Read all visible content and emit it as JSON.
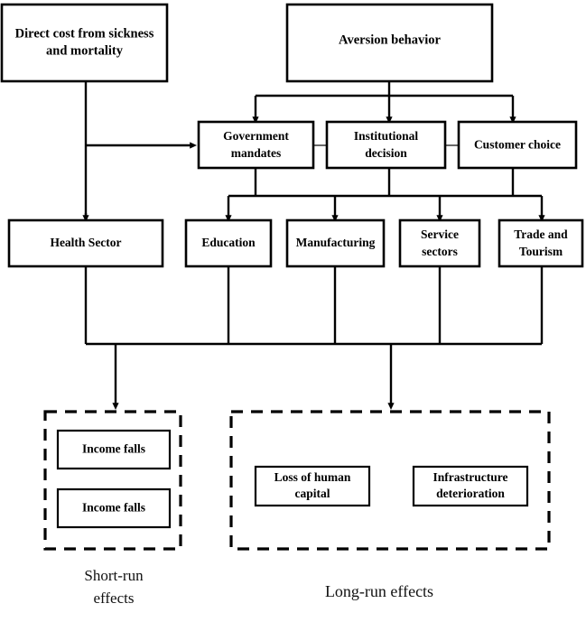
{
  "diagram": {
    "title_top_left": "Direct cost from sickness and mortality",
    "title_top_right": "Aversion behavior"
  },
  "nodes": {
    "direct_cost": {
      "line1": "Direct cost from sickness",
      "line2": "and mortality"
    },
    "aversion": {
      "line1": "Aversion behavior"
    },
    "government_mandates": {
      "line1": "Government",
      "line2": "mandates"
    },
    "institutional_decision": {
      "line1": "Institutional",
      "line2": "decision"
    },
    "customer_choice": {
      "line1": "Customer choice"
    },
    "health_sector": {
      "line1": "Health Sector"
    },
    "education": {
      "line1": "Education"
    },
    "manufacturing": {
      "line1": "Manufacturing"
    },
    "service_sectors": {
      "line1": "Service",
      "line2": "sectors"
    },
    "trade_tourism": {
      "line1": "Trade and",
      "line2": "Tourism"
    },
    "income_falls_1": {
      "line1": "Income falls"
    },
    "income_falls_2": {
      "line1": "Income falls"
    },
    "loss_human_capital": {
      "line1": "Loss of human",
      "line2": "capital"
    },
    "infrastructure_deterioration": {
      "line1": "Infrastructure",
      "line2": "deterioration"
    }
  },
  "captions": {
    "short_run_line1": "Short-run",
    "short_run_line2": "effects",
    "long_run_line1": "Long-run effects"
  },
  "colors": {
    "stroke": "#000000",
    "fill": "#ffffff",
    "connector_thin": "#444444"
  }
}
